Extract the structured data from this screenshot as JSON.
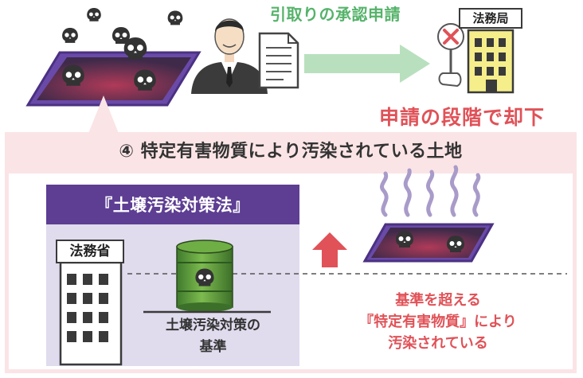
{
  "top": {
    "request_label": "引取りの承認申請",
    "ministry_sign": "法務局",
    "reject_text": "申請の段階で却下"
  },
  "panel": {
    "title": "④ 特定有害物質により汚染されている土地"
  },
  "law": {
    "heading": "『土壌汚染対策法』",
    "ministry_sign": "法務省",
    "standard_line1": "土壌汚染対策の",
    "standard_line2": "基準"
  },
  "explanation": {
    "line1": "基準を超える",
    "line2": "『特定有害物質』により",
    "line3": "汚染されている"
  },
  "colors": {
    "green": "#55b36a",
    "red": "#e05258",
    "purple": "#5d3e93",
    "pink": "#fbe4e6",
    "lavender": "#e0dbed"
  },
  "icons": [
    "skull-icon",
    "contaminated-land-icon",
    "businessman-icon",
    "document-icon",
    "arrow-right-icon",
    "reject-sign-icon",
    "government-building-icon",
    "toxic-barrel-icon",
    "arrow-up-icon",
    "toxic-fumes-icon"
  ]
}
